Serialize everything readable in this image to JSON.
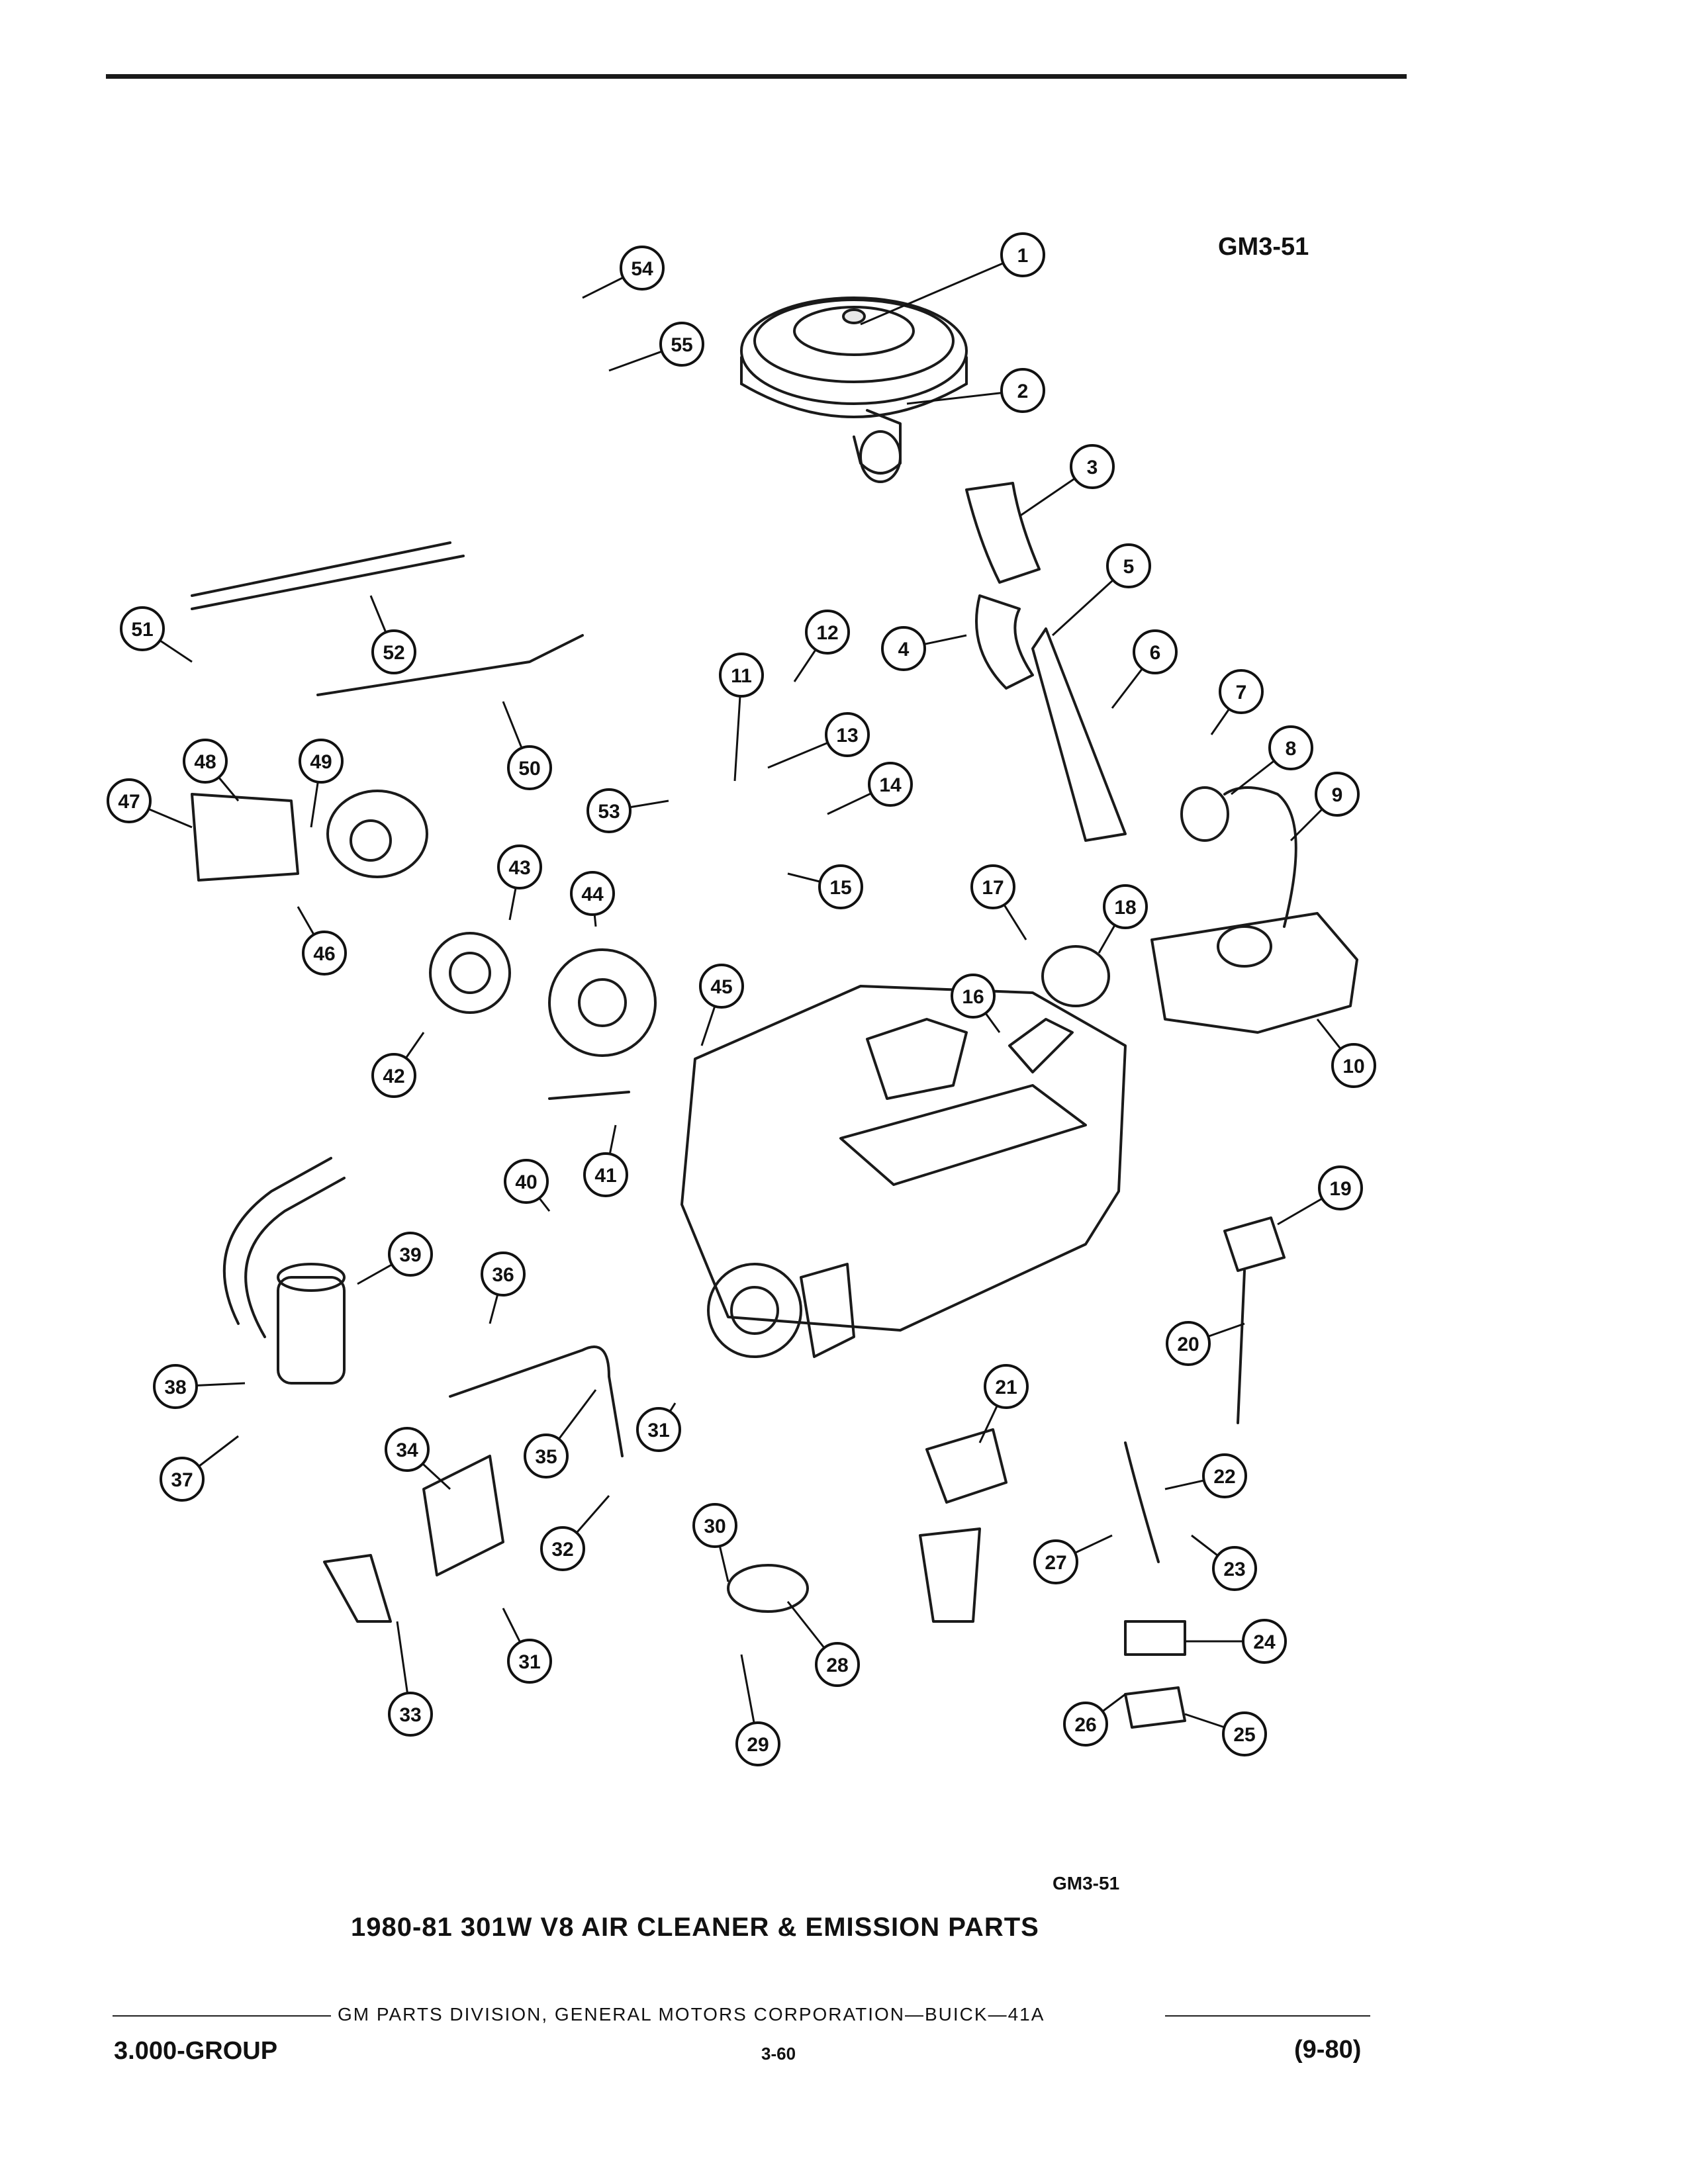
{
  "header": {
    "ref_code_top": "GM3-51"
  },
  "figure": {
    "ref_code_bottom": "GM3-51",
    "title": "1980-81 301W V8 AIR CLEANER & EMISSION PARTS",
    "callouts": [
      {
        "n": "1"
      },
      {
        "n": "2"
      },
      {
        "n": "3"
      },
      {
        "n": "4"
      },
      {
        "n": "5"
      },
      {
        "n": "6"
      },
      {
        "n": "7"
      },
      {
        "n": "8"
      },
      {
        "n": "9"
      },
      {
        "n": "10"
      },
      {
        "n": "11"
      },
      {
        "n": "12"
      },
      {
        "n": "13"
      },
      {
        "n": "14"
      },
      {
        "n": "15"
      },
      {
        "n": "16"
      },
      {
        "n": "17"
      },
      {
        "n": "18"
      },
      {
        "n": "19"
      },
      {
        "n": "20"
      },
      {
        "n": "21"
      },
      {
        "n": "22"
      },
      {
        "n": "23"
      },
      {
        "n": "24"
      },
      {
        "n": "25"
      },
      {
        "n": "26"
      },
      {
        "n": "27"
      },
      {
        "n": "28"
      },
      {
        "n": "29"
      },
      {
        "n": "30"
      },
      {
        "n": "31"
      },
      {
        "n": "31"
      },
      {
        "n": "32"
      },
      {
        "n": "33"
      },
      {
        "n": "34"
      },
      {
        "n": "35"
      },
      {
        "n": "36"
      },
      {
        "n": "37"
      },
      {
        "n": "38"
      },
      {
        "n": "39"
      },
      {
        "n": "40"
      },
      {
        "n": "41"
      },
      {
        "n": "42"
      },
      {
        "n": "43"
      },
      {
        "n": "44"
      },
      {
        "n": "45"
      },
      {
        "n": "46"
      },
      {
        "n": "47"
      },
      {
        "n": "48"
      },
      {
        "n": "49"
      },
      {
        "n": "50"
      },
      {
        "n": "51"
      },
      {
        "n": "52"
      },
      {
        "n": "53"
      },
      {
        "n": "54"
      },
      {
        "n": "55"
      }
    ]
  },
  "footer": {
    "division": "GM PARTS DIVISION, GENERAL MOTORS CORPORATION—BUICK—41A",
    "group": "3.000-GROUP",
    "page": "3-60",
    "date": "(9-80)"
  }
}
